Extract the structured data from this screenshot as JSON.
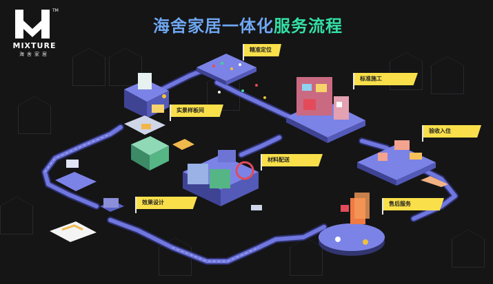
{
  "brand": {
    "logo_mark": "HM",
    "trademark": "TM",
    "name_en": "MIXTURE",
    "name_cn": "海舍家居"
  },
  "title": {
    "part1": "海舍家居一体化",
    "part2": "服务流程"
  },
  "steps": [
    {
      "label": "精准定位"
    },
    {
      "label": "实景样板间"
    },
    {
      "label": "标准施工"
    },
    {
      "label": "验收入住"
    },
    {
      "label": "材料配送"
    },
    {
      "label": "效果设计"
    },
    {
      "label": "售后服务"
    }
  ],
  "colors": {
    "background": "#151516",
    "title_blue": "#6fa7f2",
    "title_green": "#34e0a4",
    "tag_yellow": "#f9e04b",
    "platform_top": "#7c83e6",
    "platform_side": "#4a4fa8",
    "road": "#5b61c5"
  },
  "icons": [
    "mixture-logo-icon",
    "flag-icon"
  ]
}
